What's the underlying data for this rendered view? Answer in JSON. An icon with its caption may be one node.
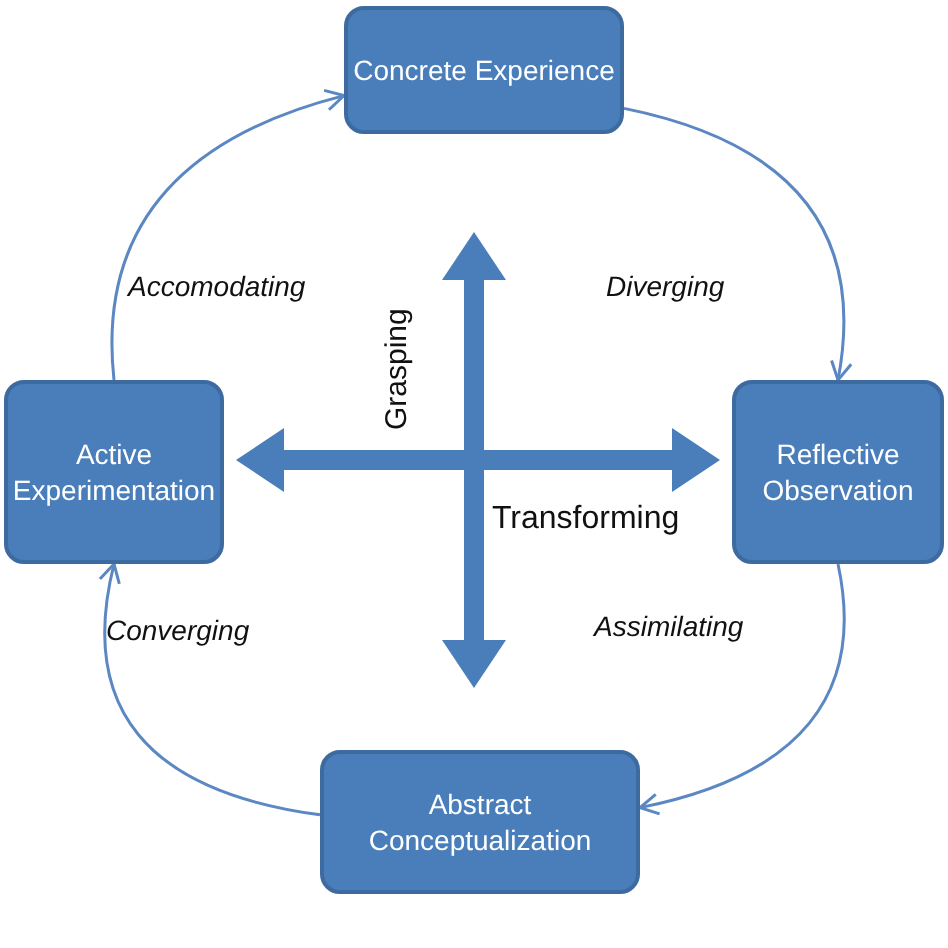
{
  "diagram": {
    "nodes": [
      {
        "text": [
          "Concrete Experience"
        ]
      },
      {
        "text": [
          "Reflective Observation"
        ]
      },
      {
        "text": [
          "Abstract Conceptualization"
        ]
      },
      {
        "text": [
          "Active Experimentation"
        ]
      }
    ],
    "edges": [
      {
        "from": 0,
        "to": 1,
        "arrow": "to"
      },
      {
        "from": 1,
        "to": 2,
        "arrow": "to"
      },
      {
        "from": 2,
        "to": 3,
        "arrow": "to"
      },
      {
        "from": 3,
        "to": 0,
        "arrow": "to"
      }
    ],
    "labels": [
      "Accomodating",
      "Grasping",
      "Diverging",
      "Transforming",
      "Converging",
      "Assimilating"
    ]
  }
}
